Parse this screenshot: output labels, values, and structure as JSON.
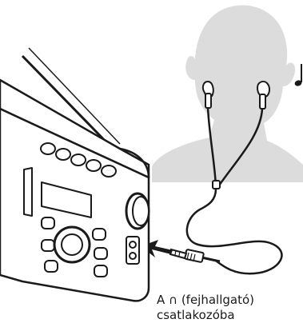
{
  "illustration": {
    "subject": "radio-with-earphones",
    "icons": [
      "music-note-icon",
      "headphone-icon"
    ],
    "colors": {
      "silhouette": "#dcdcdc",
      "outline": "#1a1a1a",
      "device": "#ffffff",
      "arrow": "#1a1a1a"
    }
  },
  "caption": {
    "line1_prefix": "A",
    "headphone_symbol": "∩",
    "line1_suffix": "(fejhallgató)",
    "line2": "csatlakozóba"
  }
}
